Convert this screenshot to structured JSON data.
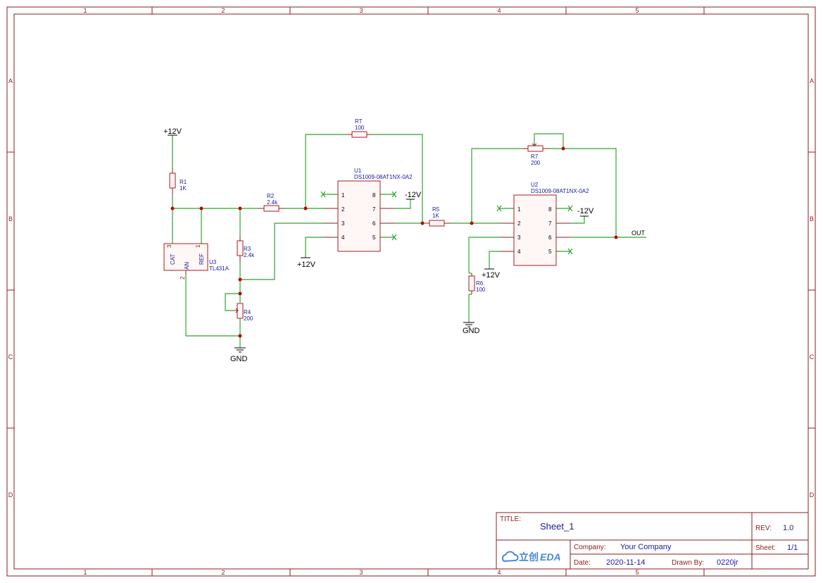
{
  "frame": {
    "cols": [
      "1",
      "2",
      "3",
      "4",
      "5"
    ],
    "rows": [
      "A",
      "B",
      "C",
      "D"
    ]
  },
  "title_block": {
    "title_label": "TITLE:",
    "title": "Sheet_1",
    "rev_label": "REV:",
    "rev": "1.0",
    "company_label": "Company:",
    "company": "Your Company",
    "sheet_label": "Sheet:",
    "sheet": "1/1",
    "date_label": "Date:",
    "date": "2020-11-14",
    "drawn_label": "Drawn By:",
    "drawn_by": "0220jr",
    "logo_cn": "立创",
    "logo_eda": "EDA"
  },
  "nets": {
    "p12_top": "+12V",
    "p12_u1": "+12V",
    "p12_u2": "+12V",
    "m12_u1": "-12V",
    "m12_u2": "-12V",
    "gnd_left": "GND",
    "gnd_right": "GND",
    "out": "OUT"
  },
  "components": {
    "r1": {
      "ref": "R1",
      "value": "1K"
    },
    "r2": {
      "ref": "R2",
      "value": "2.4k"
    },
    "r3": {
      "ref": "R3",
      "value": "2.4k"
    },
    "r4": {
      "ref": "R4",
      "value": "200"
    },
    "r5": {
      "ref": "R5",
      "value": "1K"
    },
    "r6": {
      "ref": "R6",
      "value": "100"
    },
    "r7": {
      "ref": "R7",
      "value": "200"
    },
    "rt": {
      "ref": "RT",
      "value": "100"
    },
    "u1": {
      "ref": "U1",
      "part": "DS1009-08AT1NX-0A2",
      "pins": [
        "1",
        "2",
        "3",
        "4",
        "8",
        "7",
        "6",
        "5"
      ]
    },
    "u2": {
      "ref": "U2",
      "part": "DS1009-08AT1NX-0A2",
      "pins": [
        "1",
        "2",
        "3",
        "4",
        "8",
        "7",
        "6",
        "5"
      ]
    },
    "u3": {
      "ref": "U3",
      "part": "TL431A",
      "pin_cat": "CAT",
      "pin_an": "AN",
      "pin_ref": "REF",
      "num_cat": "3",
      "num_an": "2",
      "num_ref": "1"
    }
  },
  "colors": {
    "frame": "#8b1c1c",
    "wire": "#2fa52f",
    "text": "#1a1aa0",
    "junction": "#c00000"
  }
}
